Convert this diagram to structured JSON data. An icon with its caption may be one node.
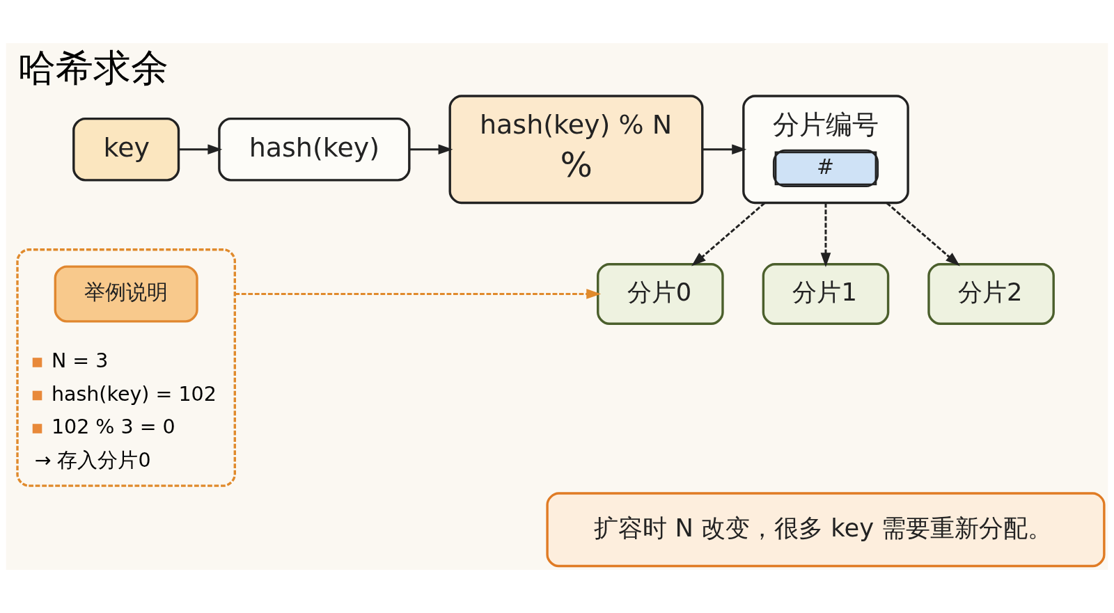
{
  "diagram": {
    "title": "哈希求余",
    "nodes": [
      {
        "text": [
          "key"
        ]
      },
      {
        "text": [
          "hash(key)"
        ]
      },
      {
        "text": [
          "hash(key) % N",
          "%"
        ]
      },
      {
        "text": [
          "分片编号",
          "#"
        ]
      },
      {
        "text": [
          "N = 3",
          "hash(key) = 102",
          "102 % 3 = 0",
          "→ 存入分片0"
        ]
      },
      {
        "text": [
          "举例说明"
        ],
        "in": 4
      },
      {
        "text": [
          "分片0"
        ]
      },
      {
        "text": [
          "分片1"
        ]
      },
      {
        "text": [
          "分片2"
        ]
      },
      {
        "text": [
          "扩容时 N 改变，很多 key 需要重新分配。"
        ]
      }
    ],
    "edges": [
      {
        "from": 0,
        "to": 1,
        "arrow": "to"
      },
      {
        "from": 1,
        "to": 2,
        "arrow": "to"
      },
      {
        "from": 2,
        "to": 3,
        "arrow": "to"
      },
      {
        "from": 3,
        "to": 6,
        "arrow": "to",
        "style": "dashed"
      },
      {
        "from": 3,
        "to": 7,
        "arrow": "to",
        "style": "dashed"
      },
      {
        "from": 3,
        "to": 8,
        "arrow": "to",
        "style": "dashed"
      },
      {
        "from": 4,
        "to": 6,
        "arrow": "to",
        "style": "dashed",
        "color": "#e08a2c"
      }
    ]
  }
}
